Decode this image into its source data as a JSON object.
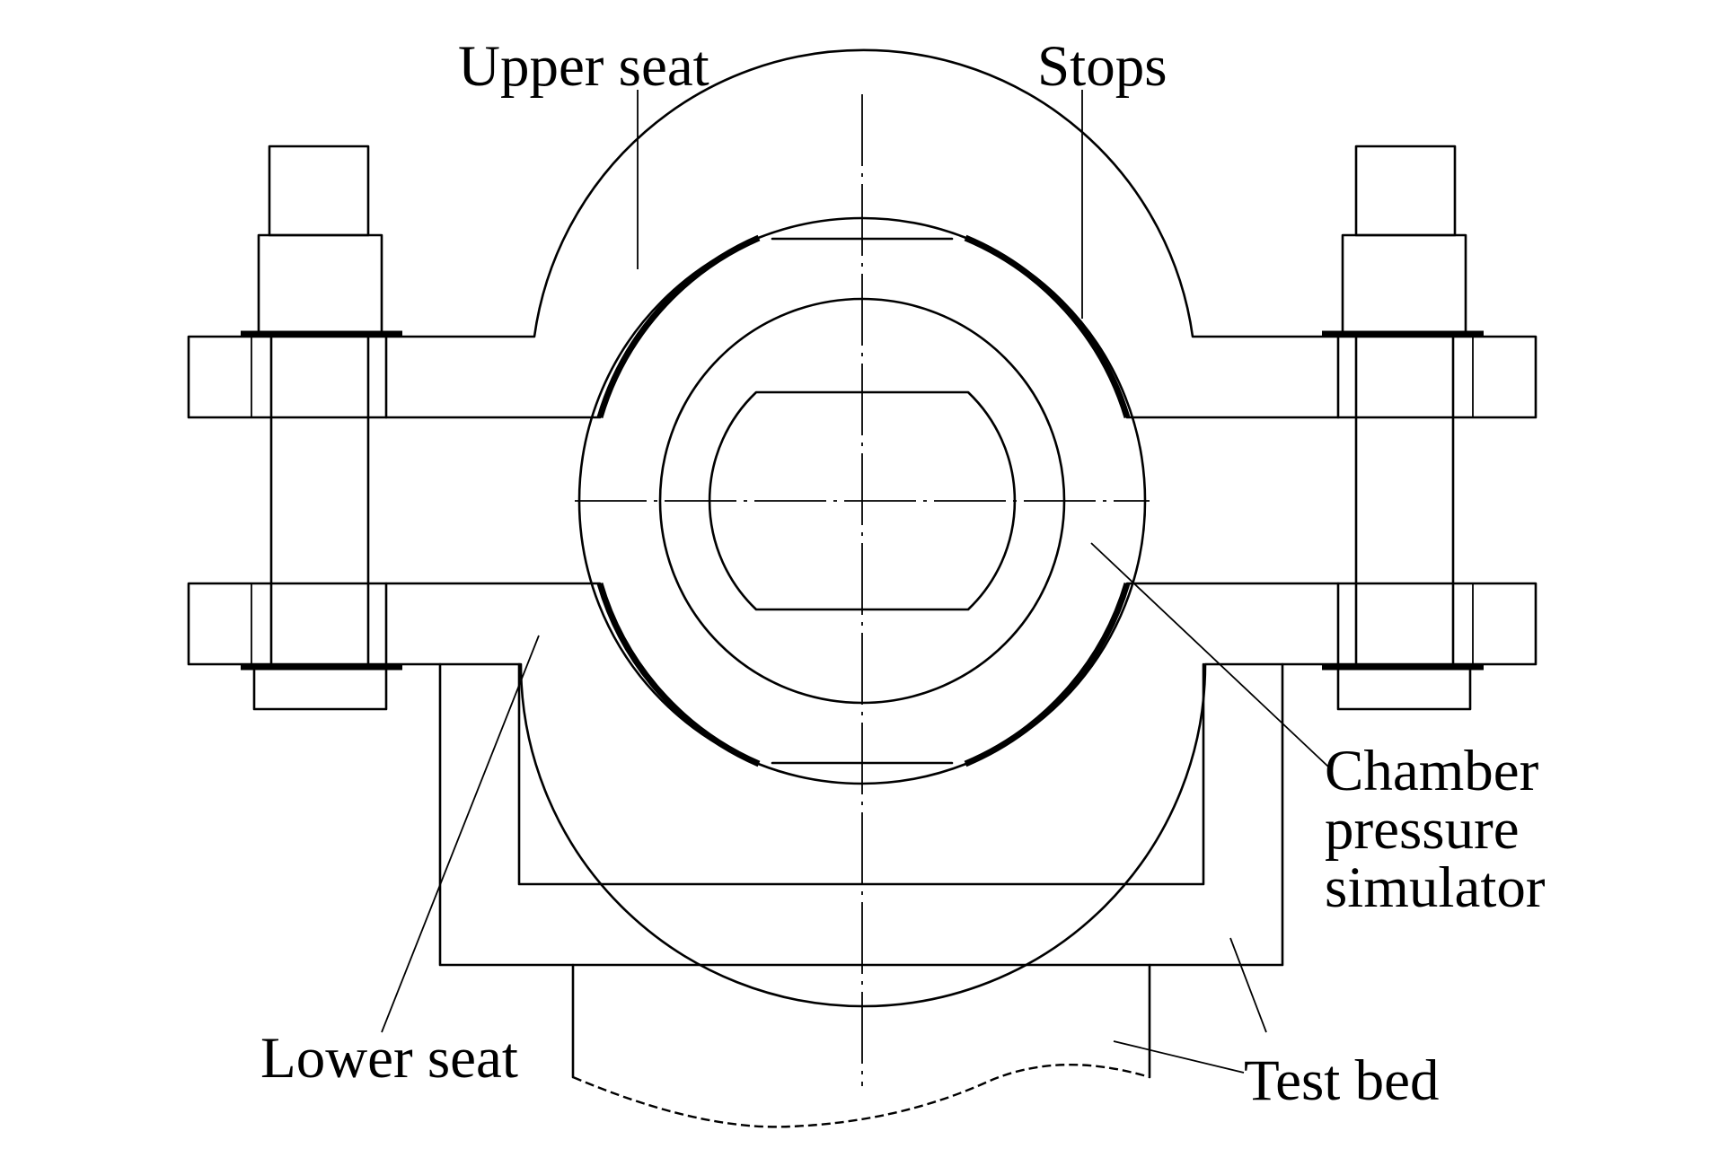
{
  "labels": {
    "upper_seat": "Upper seat",
    "stops": "Stops",
    "chamber_line1": "Chamber",
    "chamber_line2": "pressure",
    "chamber_line3": "simulator",
    "lower_seat": "Lower seat",
    "test_bed": "Test bed"
  },
  "colors": {
    "line": "#000000",
    "background": "#ffffff"
  }
}
